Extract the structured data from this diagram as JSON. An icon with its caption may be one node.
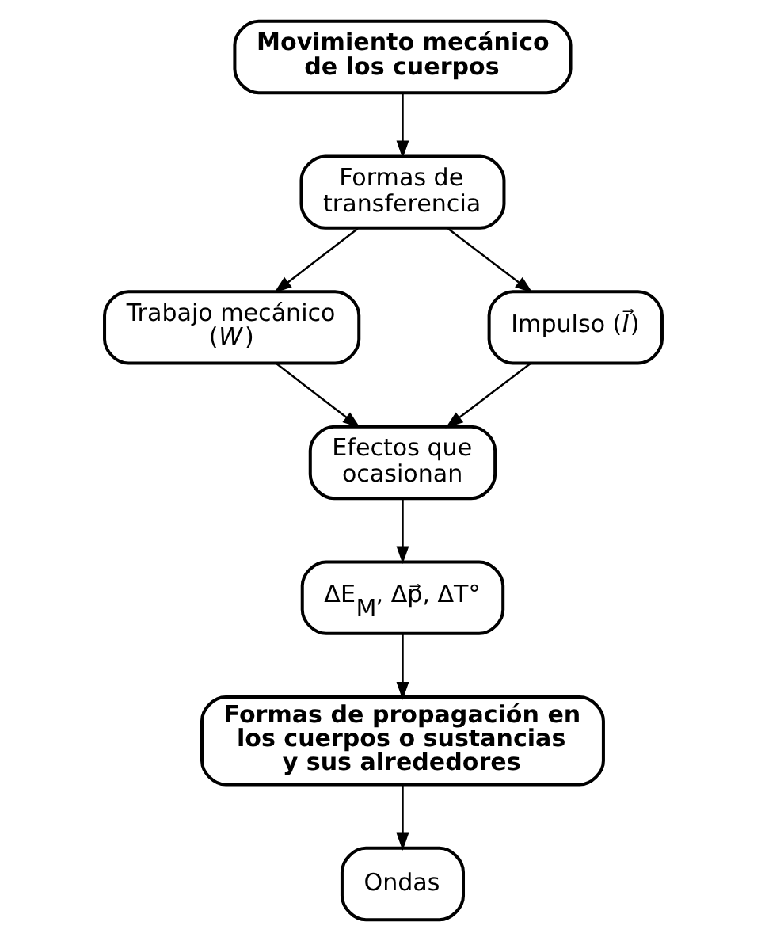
{
  "diagram": {
    "nodes": [
      {
        "text": [
          "Movimiento mecánico de los cuerpos"
        ]
      },
      {
        "text": [
          "Formas de transferencia"
        ]
      },
      {
        "text": [
          "Trabajo mecánico (*W*)"
        ]
      },
      {
        "text": [
          "Impulso (*I⃗*)"
        ]
      },
      {
        "text": [
          "Efectos que ocasionan"
        ]
      },
      {
        "text": [
          "ΔE$_{M}$, Δp⃗, ΔT°"
        ]
      },
      {
        "text": [
          "Formas de propagación en los cuerpos o sustancias y sus alrededores"
        ]
      },
      {
        "text": [
          "Ondas"
        ]
      }
    ],
    "edges": [
      {
        "from": 0,
        "to": 1,
        "arrow": "to"
      },
      {
        "from": 1,
        "to": 2,
        "arrow": "to"
      },
      {
        "from": 1,
        "to": 3,
        "arrow": "to"
      },
      {
        "from": 2,
        "to": 4,
        "arrow": "to"
      },
      {
        "from": 3,
        "to": 4,
        "arrow": "to"
      },
      {
        "from": 4,
        "to": 5,
        "arrow": "to"
      },
      {
        "from": 5,
        "to": 6,
        "arrow": "to"
      },
      {
        "from": 6,
        "to": 7,
        "arrow": "to"
      }
    ]
  }
}
